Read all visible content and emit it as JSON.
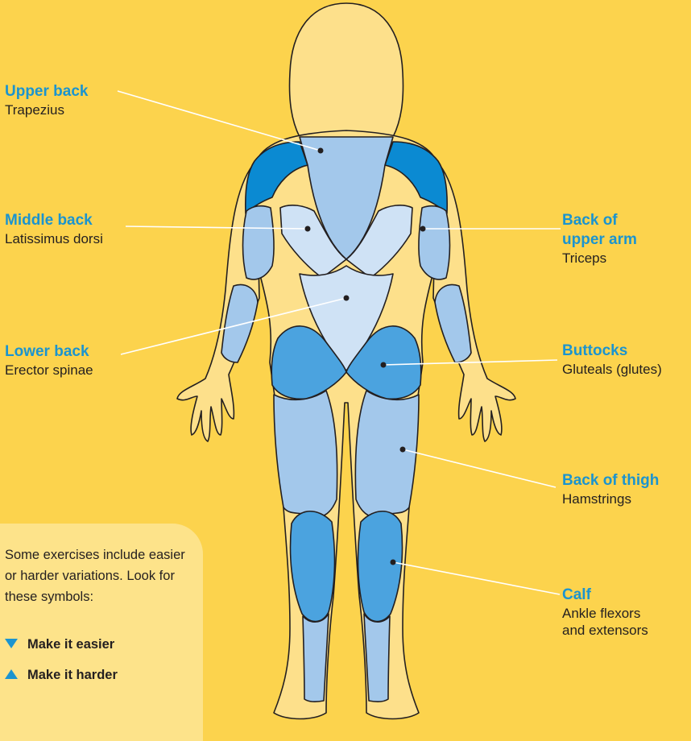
{
  "colors": {
    "background": "#FCD34D",
    "skin": "#FDE08B",
    "outline": "#231F20",
    "muscle_dark": "#0B8AD2",
    "muscle_mid": "#4BA3DF",
    "muscle_light": "#A3C8EB",
    "muscle_pale": "#CFE2F5",
    "label_blue": "#1B94CF"
  },
  "labels": {
    "upper_back": {
      "title": "Upper back",
      "sub": "Trapezius"
    },
    "middle_back": {
      "title": "Middle back",
      "sub": "Latissimus dorsi"
    },
    "lower_back": {
      "title": "Lower back",
      "sub": "Erector spinae"
    },
    "back_upper_arm": {
      "title_line1": "Back of",
      "title_line2": "upper arm",
      "sub": "Triceps"
    },
    "buttocks": {
      "title": "Buttocks",
      "sub": "Gluteals (glutes)"
    },
    "back_thigh": {
      "title": "Back of thigh",
      "sub": "Hamstrings"
    },
    "calf": {
      "title": "Calf",
      "sub_line1": "Ankle flexors",
      "sub_line2": "and extensors"
    }
  },
  "note": {
    "text": "Some exercises include easier or harder variations. Look for these symbols:",
    "easier": {
      "icon": "down-triangle-icon",
      "label": "Make it easier"
    },
    "harder": {
      "icon": "up-triangle-icon",
      "label": "Make it harder"
    }
  }
}
